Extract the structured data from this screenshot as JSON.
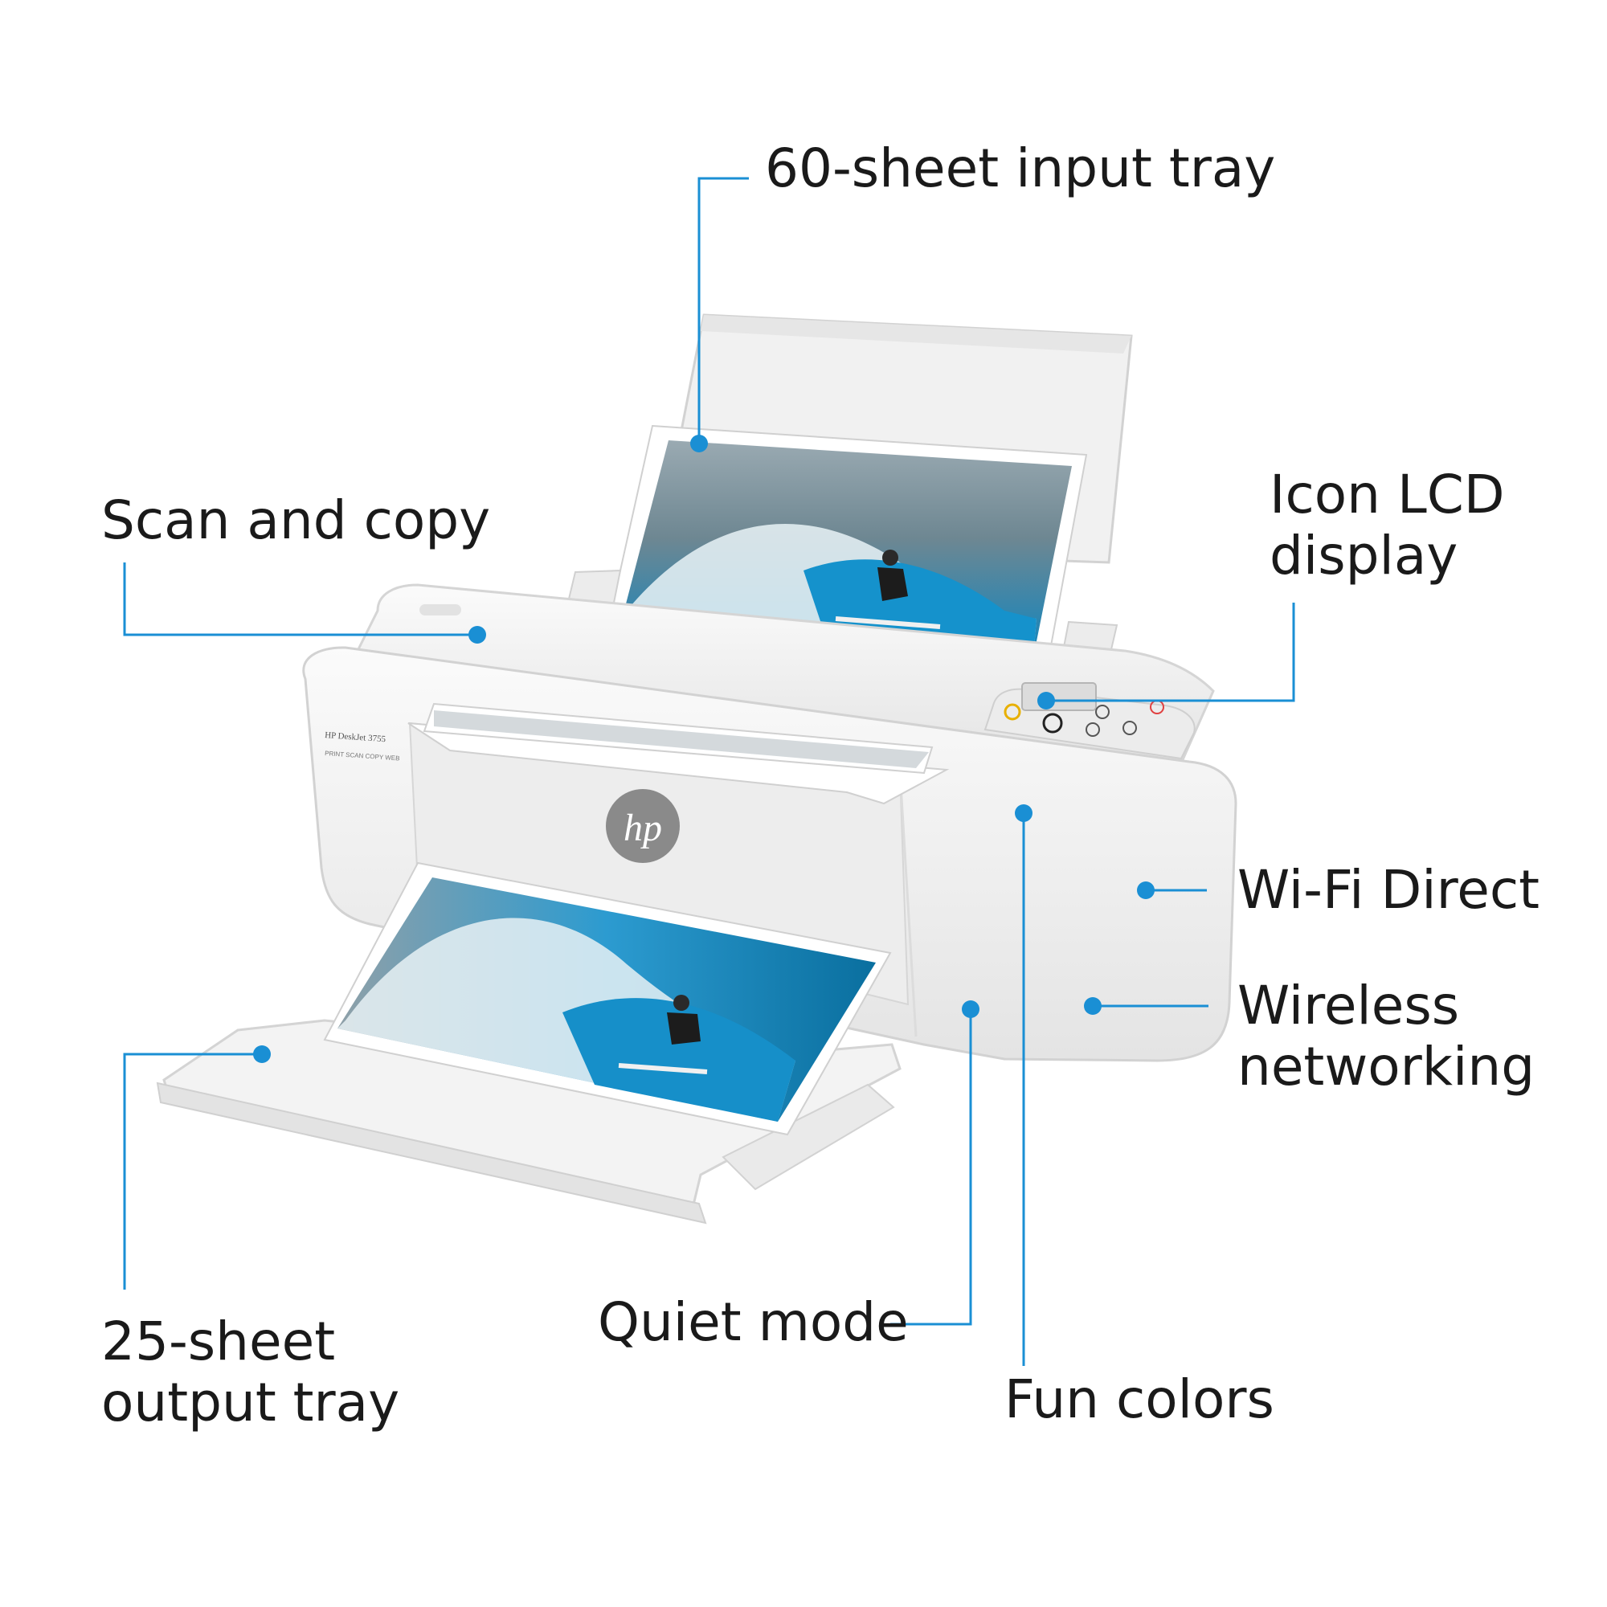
{
  "product": {
    "brand_logo_text": "hp",
    "model_label": "HP DeskJet 3755",
    "functions_label": "PRINT SCAN COPY WEB"
  },
  "callouts": {
    "input_tray": {
      "label": "60-sheet input tray"
    },
    "scan_copy": {
      "label": "Scan and copy"
    },
    "lcd_display": {
      "line1": "Icon LCD",
      "line2": "display"
    },
    "wifi_direct": {
      "label": "Wi-Fi Direct"
    },
    "wireless": {
      "line1": "Wireless",
      "line2": "networking"
    },
    "output_tray": {
      "line1": "25-sheet",
      "line2": "output tray"
    },
    "quiet_mode": {
      "label": "Quiet mode"
    },
    "fun_colors": {
      "label": "Fun colors"
    }
  },
  "colors": {
    "leader": "#1a8fd4",
    "text": "#1a1a1a",
    "printer_body": "#f3f3f3",
    "printer_shadow": "#d6d6d6",
    "wave_blue": "#1f8fc4",
    "logo_gray": "#8a8a8a"
  }
}
